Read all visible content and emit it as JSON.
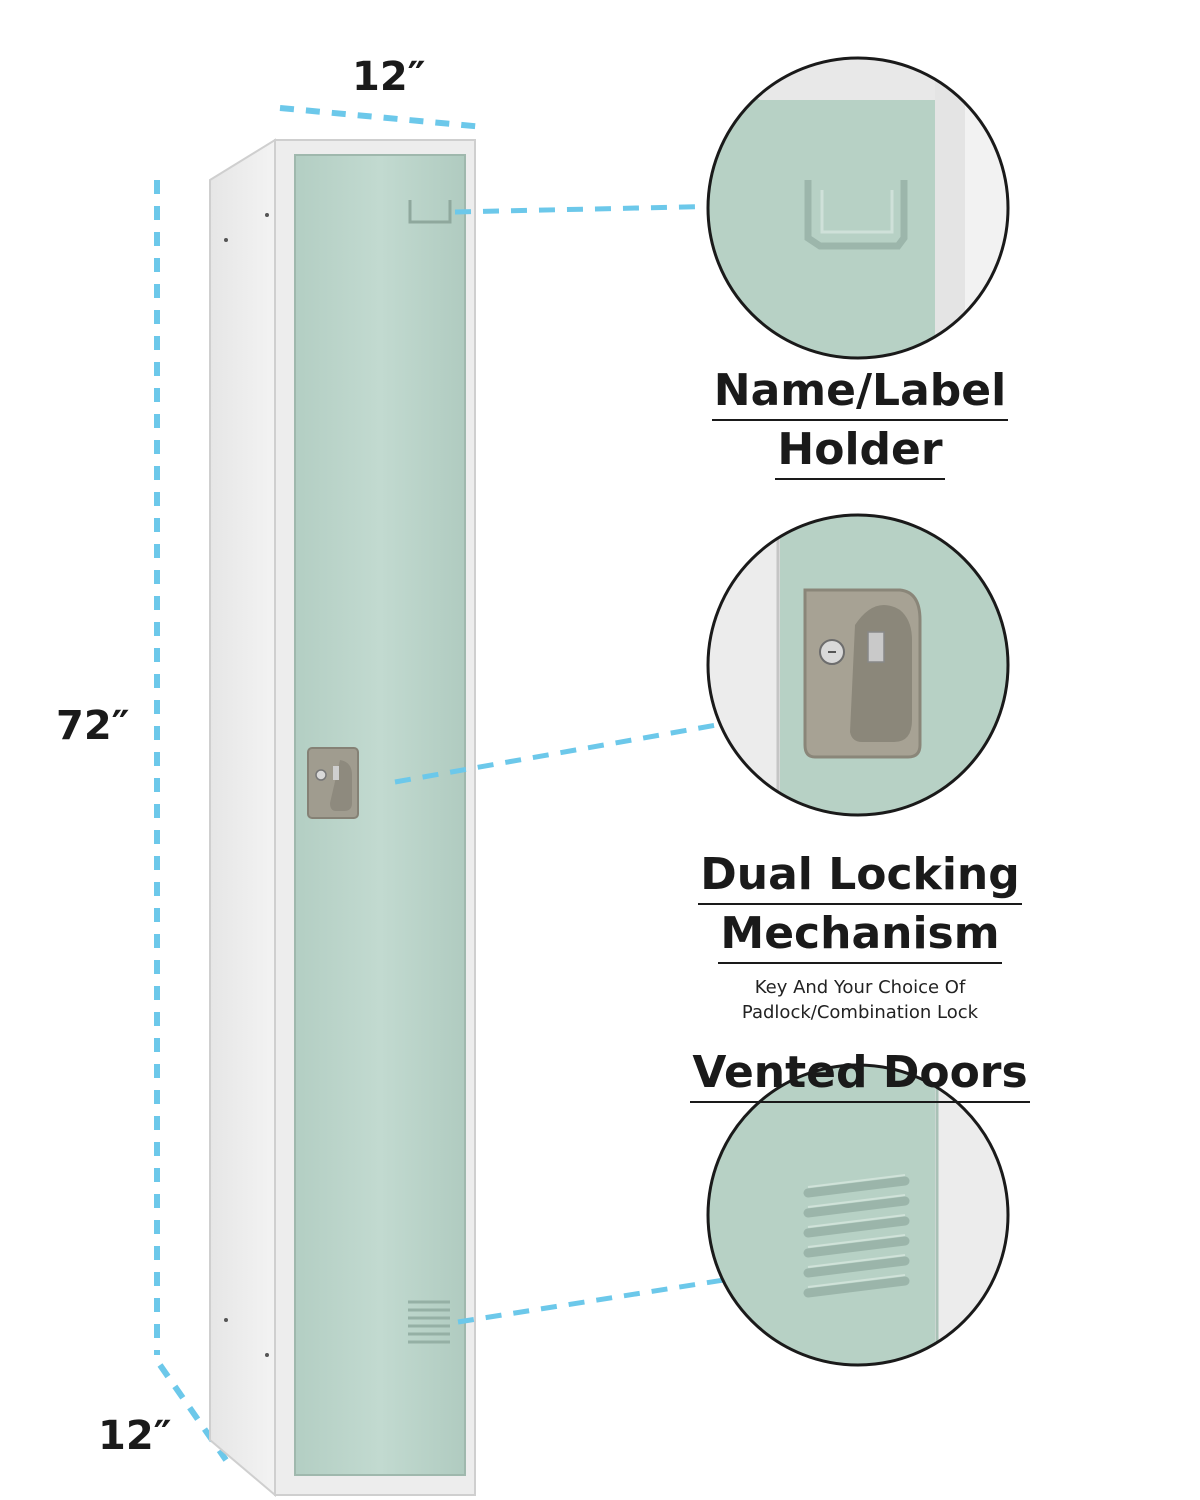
{
  "dimensions": {
    "width_label": "12″",
    "height_label": "72″",
    "depth_label": "12″"
  },
  "features": [
    {
      "title_line1": "Name/Label",
      "title_line2": "Holder",
      "detail_icon": "label-holder-closeup"
    },
    {
      "title_line1": "Dual Locking",
      "title_line2": "Mechanism",
      "subtitle_line1": "Key And Your Choice Of",
      "subtitle_line2": "Padlock/Combination Lock",
      "detail_icon": "lock-handle-closeup"
    },
    {
      "title_line1": "Vented Doors",
      "detail_icon": "vent-louvers-closeup"
    }
  ],
  "colors": {
    "door": "#b9d3c8",
    "body": "#ececec",
    "lock": "#a09c8f",
    "dashed_line": "#6cc8ea",
    "text": "#1a1a1a"
  }
}
